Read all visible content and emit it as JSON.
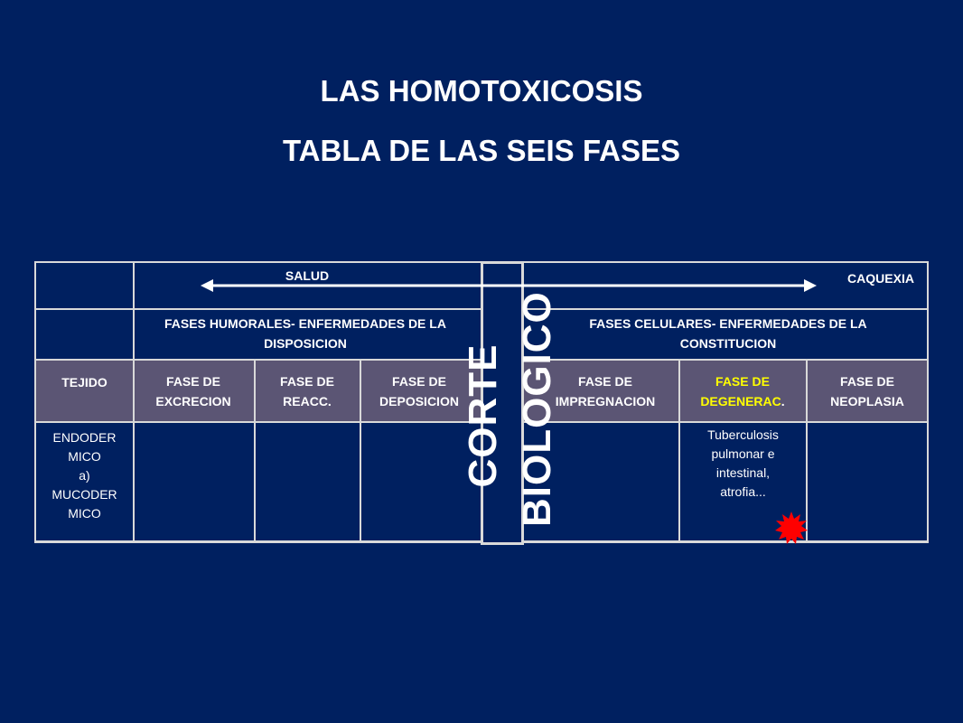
{
  "title": {
    "line1": "LAS HOMOTOXICOSIS",
    "line2": "TABLA DE LAS SEIS FASES"
  },
  "table": {
    "salud": "SALUD",
    "caquexia": "CAQUEXIA",
    "humorales": "FASES HUMORALES- ENFERMEDADES DE LA DISPOSICION",
    "celulares": "FASES CELULARES- ENFERMEDADES DE LA CONSTITUCION",
    "headers": {
      "tejido": "TEJIDO",
      "excrecion": "FASE DE EXCRECION",
      "reacc": "FASE DE REACC.",
      "deposicion": "FASE DE DEPOSICION",
      "impregnacion": "FASE DE IMPREGNACION",
      "degenerac_prefix": "FASE DE DEGENERAC",
      "degenerac_suffix": ".",
      "neoplasia": "FASE DE NEOPLASIA"
    },
    "row1": {
      "tejido_lines": [
        "ENDODER",
        "MICO",
        "a)",
        "MUCODER",
        "MICO"
      ],
      "degenerac_lines": [
        "Tuberculosis",
        "pulmonar e",
        "intestinal,",
        "atrofia..."
      ]
    },
    "corte": "CORTE",
    "biologico": "BIOLOGICO"
  },
  "colors": {
    "background": "#002060",
    "header_band": "#5b5574",
    "highlight": "#ffff00",
    "burst": "#ff0000"
  }
}
